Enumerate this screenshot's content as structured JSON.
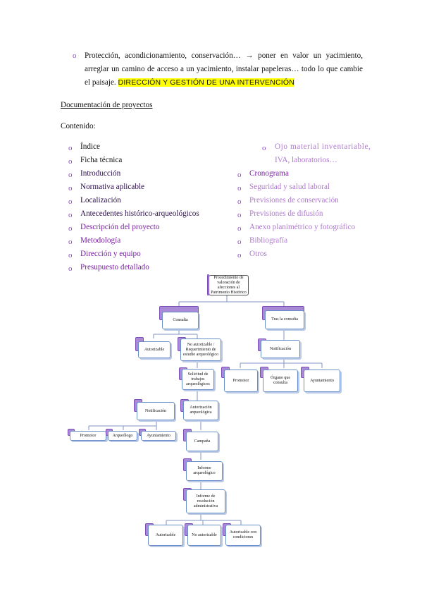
{
  "intro": {
    "text": "Protección, acondicionamiento, conservación… → poner en valor un yacimiento, arreglar un camino de acceso a un yacimiento, instalar papeleras… todo lo que cambie el paisaje.",
    "highlight": "DIRECCIÓN Y GESTIÓN DE UNA INTERVENCIÓN"
  },
  "section_title": "Documentación de proyectos",
  "contenido_label": "Contenido:",
  "bullet_glyph": "o",
  "list_left": [
    "Índice",
    "Ficha técnica",
    "Introducción",
    "Normativa aplicable",
    "Localización",
    "Antecedentes histórico-arqueológicos",
    "Descripción del proyecto",
    "Metodología",
    "Dirección y equipo",
    "Presupuesto detallado"
  ],
  "list_right_note": [
    "Ojo material inventariable,",
    "IVA, laboratorios…"
  ],
  "list_right": [
    "Cronograma",
    "Seguridad y salud laboral",
    "Previsiones de conservación",
    "Previsiones de difusión",
    "Anexo planimétrico y fotográfico",
    "Bibliografía",
    "Otros"
  ],
  "diagram": {
    "root": "Procedimiento de valoración de afecciones al Patrimonio Histórico",
    "consulta": "Consulta",
    "tras_consulta": "Tras la consulta",
    "autorizable": "Autorizable",
    "no_autorizable_req": "No autorizable / Requerimiento de estudio arqueológico",
    "notificacion_right": "Notificación",
    "promotor_right": "Promotor",
    "organo": "Órgano que consulta",
    "ayuntamiento_right": "Ayuntamiento",
    "solicitud": "Solicitud de trabajos arqueológicos",
    "notificacion_left": "Notificación",
    "autorizacion": "Autorización arqueológica",
    "promotor_left": "Promotor",
    "arqueologo": "Arqueólogo",
    "ayuntamiento_left": "Ayuntamiento",
    "campana": "Campaña",
    "informe": "Informe arqueológico",
    "informe_resolucion": "Informe de resolución administrativa",
    "final_autorizable": "Autorizable",
    "final_no_autorizable": "No autorizable",
    "final_condiciones": "Autorizable con condiciones"
  },
  "colors": {
    "highlight": "#ffff00",
    "bullet": "#8e44c8",
    "node_border": "#6a8fc8",
    "accent": "#a98ad6",
    "text_purple": "#7a1fa2",
    "text_lavender": "#b07ad0"
  }
}
